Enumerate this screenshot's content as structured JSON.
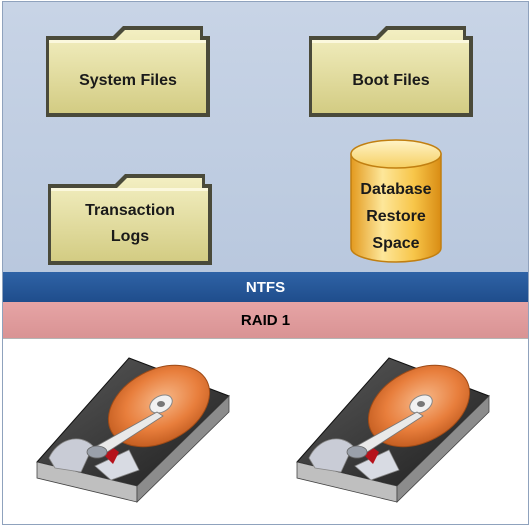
{
  "folders": {
    "system_files": "System Files",
    "boot_files": "Boot Files",
    "transaction_logs": "Transaction\nLogs"
  },
  "database": {
    "line1": "Database",
    "line2": "Restore",
    "line3": "Space"
  },
  "layers": {
    "ntfs": "NTFS",
    "raid": "RAID 1"
  },
  "colors": {
    "background_top": "#c3d0e4",
    "ntfs": "#2a5b9b",
    "raid": "#e09c9d",
    "folder": "#e9e4a6",
    "database": "#f6bc3c",
    "disk_platter": "#e87e3c"
  },
  "icons": [
    "folder-icon",
    "database-icon",
    "hard-drive-icon"
  ]
}
